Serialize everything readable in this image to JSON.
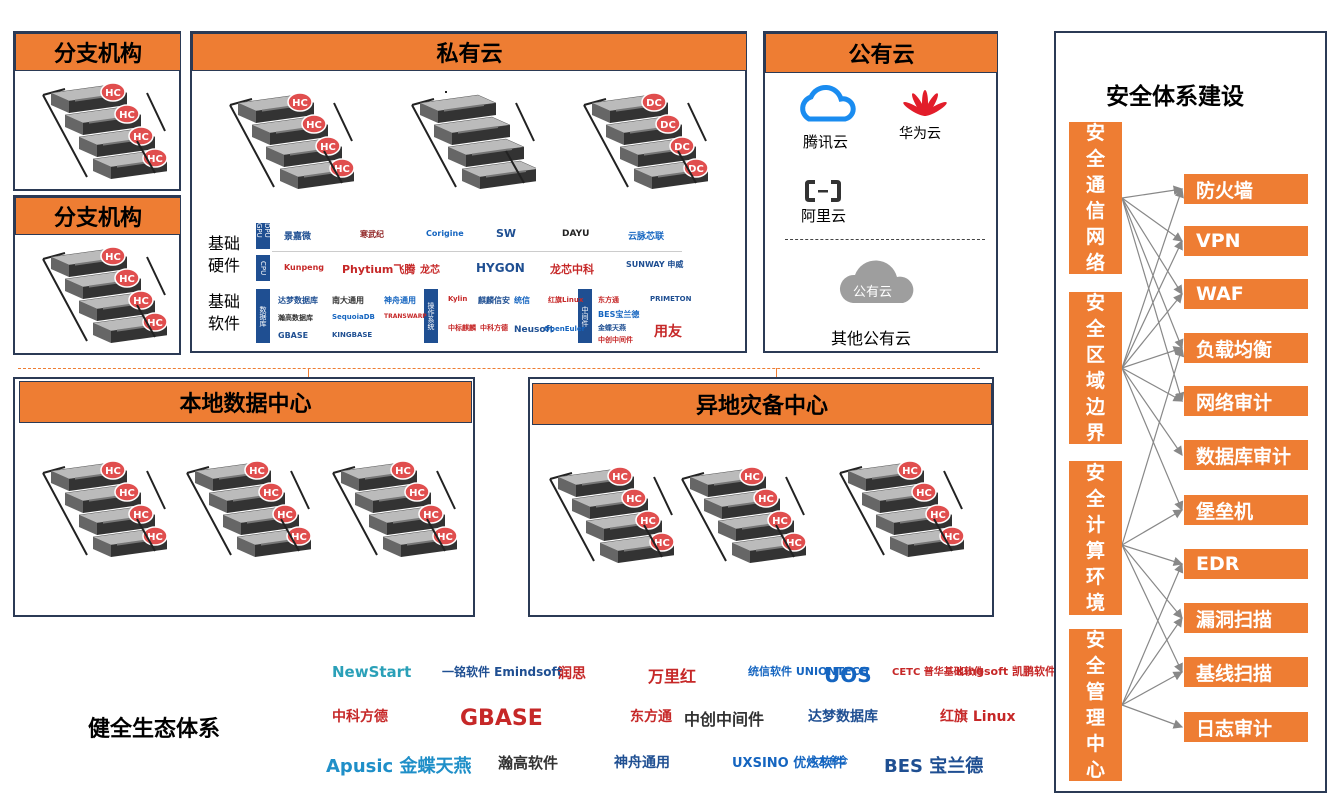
{
  "branch1": {
    "title": "分支机构"
  },
  "branch2": {
    "title": "分支机构"
  },
  "private_cloud": {
    "title": "私有云",
    "hw_label": "基础\n硬件",
    "sw_label": "基础\n软件",
    "gpu_tag": "DPU GPU",
    "cpu_tag": "CPU",
    "db_tag": "数据库",
    "os_tag": "操作系统",
    "mw_tag": "中间件",
    "gpu_logos": [
      "景嘉微",
      "寒武纪",
      "Corigine",
      "SW",
      "DAYU",
      "云脉芯联"
    ],
    "cpu_logos": [
      "Kunpeng",
      "Phytium飞腾",
      "龙芯",
      "HYGON",
      "龙芯中科",
      "SUNWAY 申威"
    ],
    "db_logos": [
      "达梦数据库",
      "南大通用",
      "神舟通用",
      "瀚高数据库",
      "SequoiaDB",
      "TRANSWARP",
      "GBASE",
      "KINGBASE"
    ],
    "os_logos": [
      "Kylin",
      "麒麟信安",
      "统信",
      "红旗Linux",
      "中标麒麟",
      "中科方德",
      "Neusoft",
      "OpenEuler"
    ],
    "mw_logos": [
      "东方通",
      "PRIMETON",
      "BES宝兰德",
      "金蝶天燕",
      "中创中间件",
      "用友"
    ]
  },
  "public_cloud": {
    "title": "公有云",
    "tencent": "腾讯云",
    "huawei": "华为云",
    "aliyun": "阿里云",
    "other_icon": "公有云",
    "other": "其他公有云"
  },
  "local_dc": {
    "title": "本地数据中心"
  },
  "remote_dc": {
    "title": "异地灾备中心"
  },
  "server_badges": {
    "hc": "HC",
    "dc": "DC"
  },
  "ecosystem": {
    "title": "健全生态体系",
    "row1": [
      "NewStart",
      "一铭软件 Emindsoft",
      "润思",
      "万里红",
      "统信软件 UNIONTECH",
      "UOS",
      "CETC 普华基础软件",
      "Kingsoft 凯鹏软件"
    ],
    "row2": [
      "中科方德",
      "GBASE",
      "东方通",
      "中创中间件",
      "达梦数据库",
      "红旗 Linux"
    ],
    "row3": [
      "Apusic 金蝶天燕",
      "瀚高软件",
      "神舟通用",
      "UXSINO 优炫软件",
      "人大金仓",
      "BES 宝兰德"
    ]
  },
  "security": {
    "title": "安全体系建设",
    "categories": [
      "安全通信网络",
      "安全区域边界",
      "安全计算环境",
      "安全管理中心"
    ],
    "items": [
      "防火墙",
      "VPN",
      "WAF",
      "负载均衡",
      "网络审计",
      "数据库审计",
      "堡垒机",
      "EDR",
      "漏洞扫描",
      "基线扫描",
      "日志审计"
    ]
  },
  "colors": {
    "accent": "#ee7d33",
    "border": "#2b3a55",
    "arrow": "#888888"
  }
}
